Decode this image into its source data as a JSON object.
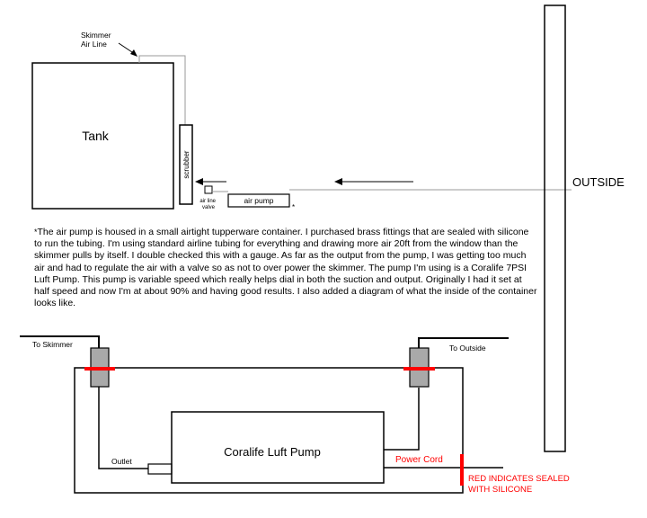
{
  "top_diagram": {
    "skimmer_air_line_label": [
      "Skimmer",
      "Air Line"
    ],
    "tank_label": "Tank",
    "scrubber_label": "scrubber",
    "air_line_valve_label": [
      "air line",
      "valve"
    ],
    "air_pump_label": "air pump",
    "air_pump_marker": "*",
    "outside_label": "OUTSIDE"
  },
  "note": {
    "marker": "*",
    "text": "The air pump is housed in a small airtight tupperware container.  I purchased brass fittings that are sealed with silicone to run the tubing.  I'm using standard airline tubing for everything and drawing more air 20ft from the window than the skimmer pulls by itself.  I double checked this with a gauge.  As far as the output from the pump, I was getting too much air and had to regulate the air with a valve so as not to over power the skimmer. The pump I'm using is a Coralife 7PSI Luft Pump.  This pump is variable speed which really helps dial in both the suction and output.  Originally I had it set at half speed and now I'm at about 90% and having good results.  I also added a diagram of what the inside of the container looks like."
  },
  "container_diagram": {
    "to_skimmer_label": "To Skimmer",
    "to_outside_label": "To Outside",
    "outlet_label": "Outlet",
    "pump_label": "Coralife Luft Pump",
    "power_cord_label": "Power Cord",
    "seal_note_lines": [
      "RED INDICATES SEALED",
      "WITH SILICONE"
    ]
  },
  "colors": {
    "seal_red": "#ff0000",
    "fitting_gray": "#a9a9a9",
    "air_line_gray": "#999999",
    "outline": "#000000"
  }
}
